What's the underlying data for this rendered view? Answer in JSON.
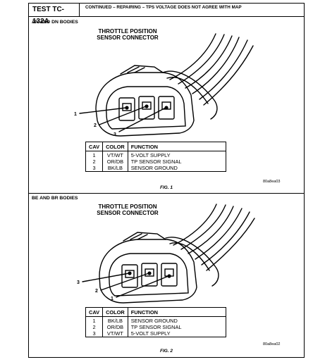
{
  "header": {
    "test_id": "TEST TC-132A",
    "title": "CONTINUED – REPAIRING – TPS VOLTAGE DOES NOT AGREE WITH MAP"
  },
  "sections": [
    {
      "label": "AN AND DN BODIES",
      "connector_title_1": "THROTTLE POSITION",
      "connector_title_2": "SENSOR CONNECTOR",
      "callouts": [
        "1",
        "2",
        "3"
      ],
      "table": {
        "headers": [
          "CAV",
          "COLOR",
          "FUNCTION"
        ],
        "rows": [
          [
            "1",
            "VT/WT",
            "5-VOLT SUPPLY"
          ],
          [
            "2",
            "OR/DB",
            "TP SENSOR SIGNAL"
          ],
          [
            "3",
            "BK/LB",
            "SENSOR GROUND"
          ]
        ]
      },
      "code": "80a8ea03",
      "figure": "FIG. 1"
    },
    {
      "label": "BE AND BR BODIES",
      "connector_title_1": "THROTTLE POSITION",
      "connector_title_2": "SENSOR CONNECTOR",
      "callouts": [
        "3",
        "2",
        "1"
      ],
      "table": {
        "headers": [
          "CAV",
          "COLOR",
          "FUNCTION"
        ],
        "rows": [
          [
            "1",
            "BK/LB",
            "SENSOR GROUND"
          ],
          [
            "2",
            "OR/DB",
            "TP SENSOR SIGNAL"
          ],
          [
            "3",
            "VT/WT",
            "5-VOLT SUPPLY"
          ]
        ]
      },
      "code": "80a8ea02",
      "figure": "FIG. 2"
    }
  ]
}
